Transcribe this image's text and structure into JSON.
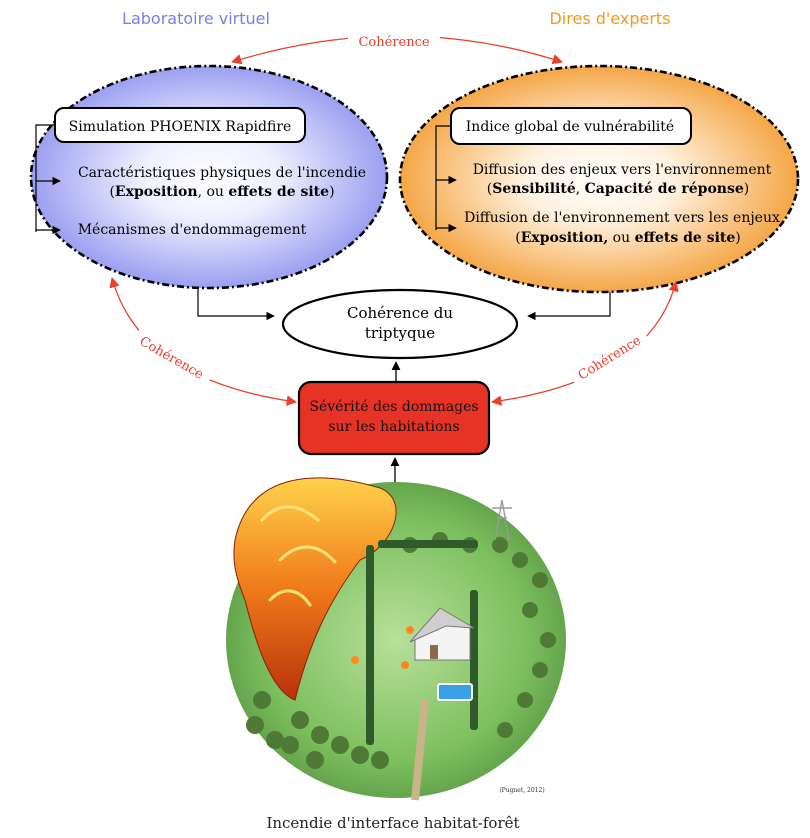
{
  "headers": {
    "left": "Laboratoire virtuel",
    "right": "Dires d'experts"
  },
  "colors": {
    "left_header": "#7b7bf0",
    "right_header": "#f09a20",
    "coherence_arrow": "#e8402a",
    "severity_fill": "#e63326",
    "left_ellipse": "#a9acf4",
    "right_ellipse": "#f6a94a"
  },
  "left_ellipse": {
    "title": "Simulation PHOENIX Rapidfire",
    "item1_line1": "Caractéristiques physiques de l'incendie",
    "item1_line2": {
      "open": "(",
      "bold1": "Exposition",
      "mid": ", ou ",
      "bold2": "effets de site",
      "close": ")"
    },
    "item2": "Mécanismes d'endommagement"
  },
  "right_ellipse": {
    "title": "Indice global de vulnérabilité",
    "item1_line1": "Diffusion des enjeux vers l'environnement",
    "item1_line2": {
      "open": "(",
      "bold1": "Sensibilité",
      "mid": ", ",
      "bold2": "Capacité de réponse",
      "close": ")"
    },
    "item2_line1": "Diffusion de l'environnement vers les enjeux",
    "item2_line2": {
      "open": "(",
      "bold1": "Exposition,",
      "mid": " ou ",
      "bold2": "effets de site",
      "close": ")"
    }
  },
  "center": {
    "line1": "Cohérence du",
    "line2": "triptyque"
  },
  "severity": {
    "line1": "Sévérité des dommages",
    "line2": "sur les habitations"
  },
  "coherence_labels": {
    "top": "Cohérence",
    "left": "Cohérence",
    "right": "Cohérence"
  },
  "illustration": {
    "credit": "(Pugnet, 2012)",
    "caption": "Incendie d'interface habitat-forêt"
  }
}
